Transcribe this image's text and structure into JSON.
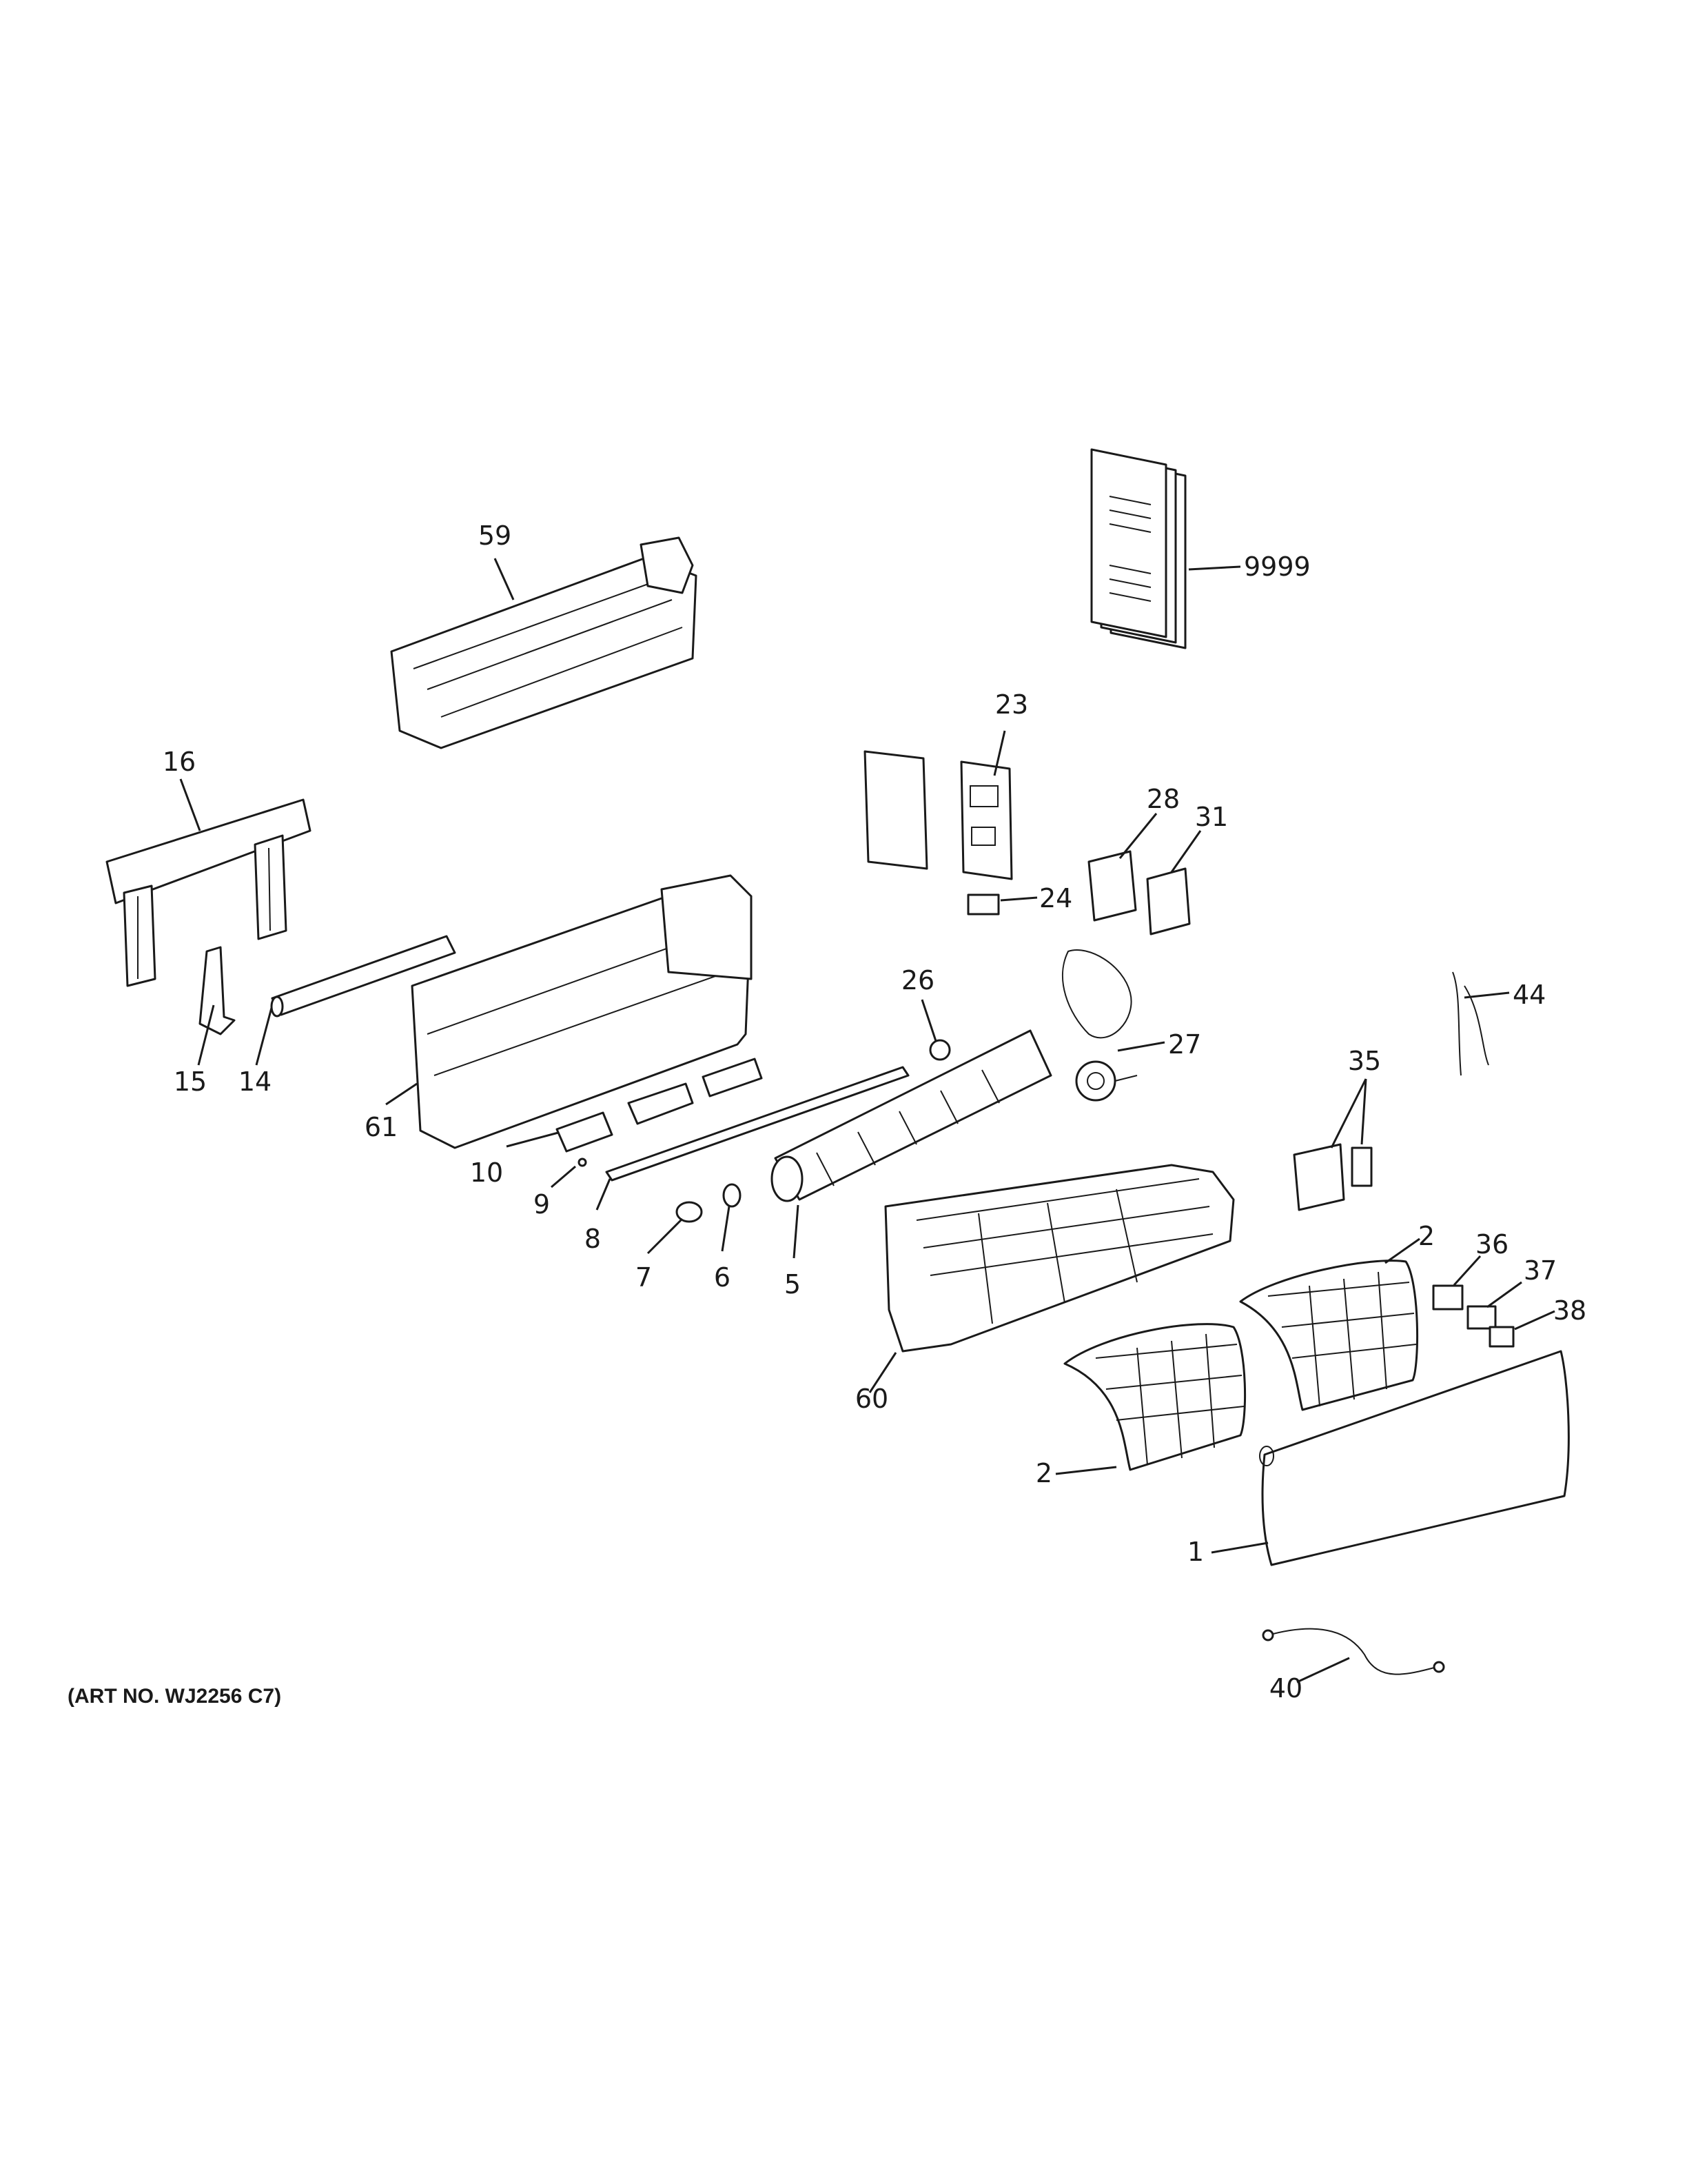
{
  "art_number": "(ART NO. WJ2256 C7)",
  "callouts": {
    "c59": "59",
    "c9999": "9999",
    "c23": "23",
    "c16": "16",
    "c28": "28",
    "c31": "31",
    "c24": "24",
    "c26": "26",
    "c44": "44",
    "c27": "27",
    "c15": "15",
    "c14": "14",
    "c35": "35",
    "c61": "61",
    "c10": "10",
    "c9": "9",
    "c8": "8",
    "c7": "7",
    "c6": "6",
    "c5": "5",
    "c2a": "2",
    "c36": "36",
    "c37": "37",
    "c38": "38",
    "c60": "60",
    "c2b": "2",
    "c1": "1",
    "c40": "40"
  }
}
